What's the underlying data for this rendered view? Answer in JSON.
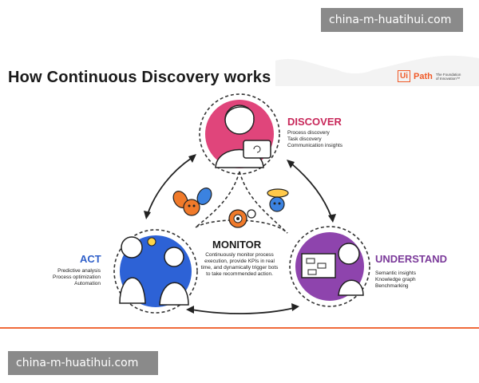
{
  "watermark": {
    "top": "china-m-huatihui.com",
    "bottom": "china-m-huatihui.com"
  },
  "title": "How Continuous Discovery works",
  "logo": {
    "brand": "UiPath",
    "box": "Ui",
    "word": "Path",
    "tagline": "The Foundation of Innovation™"
  },
  "stages": {
    "discover": {
      "title": "DISCOVER",
      "color": "#c8285a",
      "items": [
        "Process discovery",
        "Task discovery",
        "Communication insights"
      ]
    },
    "understand": {
      "title": "UNDERSTAND",
      "color": "#7b3a9a",
      "items": [
        "Semantic insights",
        "Knowledge graph",
        "Benchmarking"
      ]
    },
    "act": {
      "title": "ACT",
      "color": "#2f5fc9",
      "items": [
        "Predictive analysis",
        "Process optimization",
        "Automation"
      ]
    },
    "monitor": {
      "title": "MONITOR",
      "description": "Continuously monitor process execution, provide KPIs in real time, and dynamically trigger bots to take recommended action."
    }
  },
  "colors": {
    "accent_line": "#f06a3a",
    "discover": "#e0457b",
    "understand": "#8e44ad",
    "act": "#2d62d6",
    "bee_orange": "#f07a2a",
    "bee_blue": "#3b82e0"
  }
}
